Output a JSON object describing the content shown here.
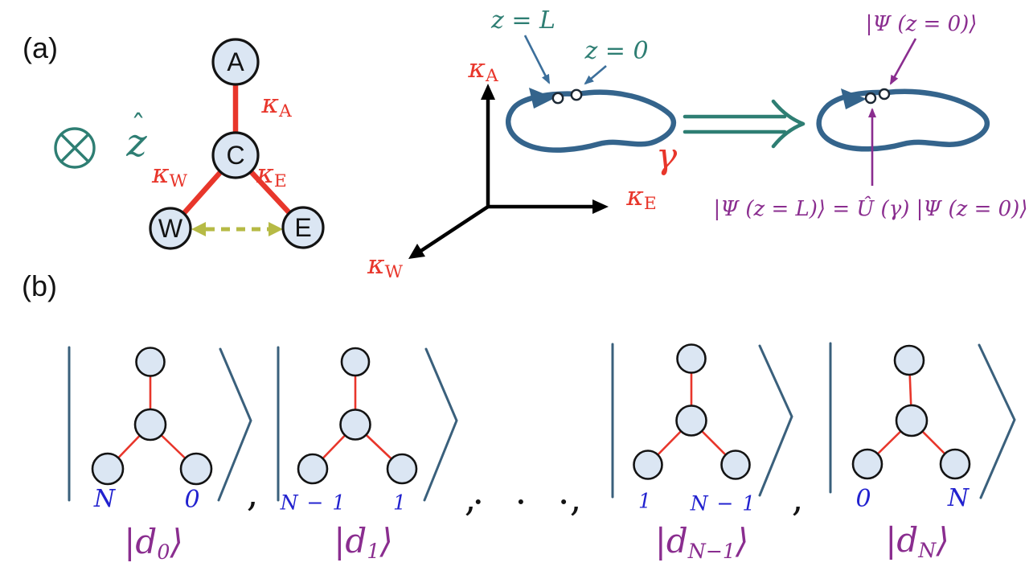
{
  "colors": {
    "red": "#e8362b",
    "teal": "#2e7e73",
    "loopblue": "#34648c",
    "arrowblue": "#3c6f9b",
    "purple": "#8a2d8f",
    "blue": "#2222cf",
    "olive": "#b6ba45",
    "slate": "#3a607c",
    "node_fill": "#dbe6f3"
  },
  "panel_a": {
    "label": "(a)",
    "z_hat": {
      "hat": "ˆ",
      "base": "z"
    },
    "network": {
      "node_top": "A",
      "node_center": "C",
      "node_left": "W",
      "node_right": "E",
      "coupling_top": {
        "base": "κ",
        "sub": "A"
      },
      "coupling_left": {
        "base": "κ",
        "sub": "W"
      },
      "coupling_right": {
        "base": "κ",
        "sub": "E"
      }
    },
    "axes": {
      "vertical": {
        "base": "κ",
        "sub": "A"
      },
      "horizontal": {
        "base": "κ",
        "sub": "E"
      },
      "diagonal": {
        "base": "κ",
        "sub": "W"
      }
    },
    "loop": {
      "z_end_label": "z = L",
      "z_start_label": "z = 0",
      "gamma_label": "γ"
    },
    "transformed": {
      "psi_start_label": "|Ψ (z = 0)⟩",
      "evolution_equation": "|Ψ (z = L)⟩ = Û (γ) |Ψ (z = 0)⟩"
    }
  },
  "panel_b": {
    "label": "(b)",
    "kets": [
      {
        "left_index": "N",
        "right_index": "0",
        "ket_pre": "|d",
        "ket_sub": "0",
        "ket_post": "⟩"
      },
      {
        "left_index": "N − 1",
        "right_index": "1",
        "ket_pre": "|d",
        "ket_sub": "1",
        "ket_post": "⟩"
      },
      {
        "left_index": "1",
        "right_index": "N − 1",
        "ket_pre": "|d",
        "ket_sub": "N−1",
        "ket_post": "⟩"
      },
      {
        "left_index": "0",
        "right_index": "N",
        "ket_pre": "|d",
        "ket_sub": "N",
        "ket_post": "⟩"
      }
    ],
    "separators": {
      "comma": ",",
      "dots": "· · ·"
    }
  }
}
